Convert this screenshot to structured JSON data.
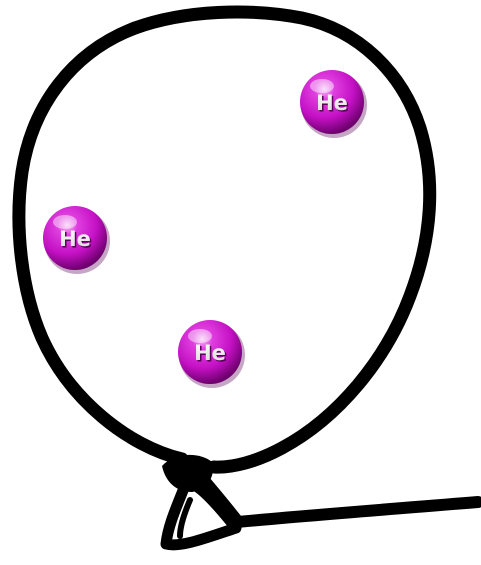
{
  "diagram": {
    "atoms": [
      {
        "label": "He"
      },
      {
        "label": "He"
      },
      {
        "label": "He"
      }
    ],
    "colors": {
      "atom_fill": "#cc10cc",
      "atom_dark": "#7a007a",
      "atom_highlight": "#f4b8f4",
      "label_fill": "#ffffff",
      "label_shadow": "#5a005a",
      "outline": "#000000",
      "background": "#ffffff"
    }
  }
}
